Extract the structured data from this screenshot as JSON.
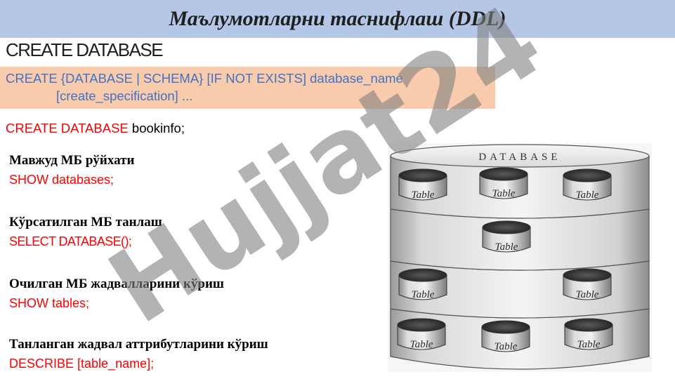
{
  "title": "Маълумотларни таснифлаш  (DDL)",
  "create_heading": "CREATE DATABASE",
  "syntax": {
    "line1": "CREATE {DATABASE | SCHEMA} [IF NOT EXISTS] database_name",
    "line2": "[create_specification] ..."
  },
  "example": {
    "keyword": "CREATE DATABASE",
    "name": " bookinfo;"
  },
  "sections": [
    {
      "heading": "Мавжуд МБ рўйхати",
      "command": "SHOW databases;"
    },
    {
      "heading": "Кўрсатилган МБ танлаш",
      "command": "SELECT DATABASE();"
    },
    {
      "heading": "Очилган МБ жадвалларини кўриш",
      "command": "SHOW tables;"
    },
    {
      "heading": "Танланган жадвал аттрибутларини кўриш",
      "command": "DESCRIBE [table_name];"
    }
  ],
  "diagram": {
    "label": "DATABASE",
    "table_label": "Table"
  },
  "watermark": "Hujjat24",
  "colors": {
    "title_bg": "#b4c7e7",
    "syntax_bg": "#f7cbab",
    "syntax_text": "#4472c4",
    "command_text": "#ff0000",
    "watermark": "#9b92e8"
  }
}
